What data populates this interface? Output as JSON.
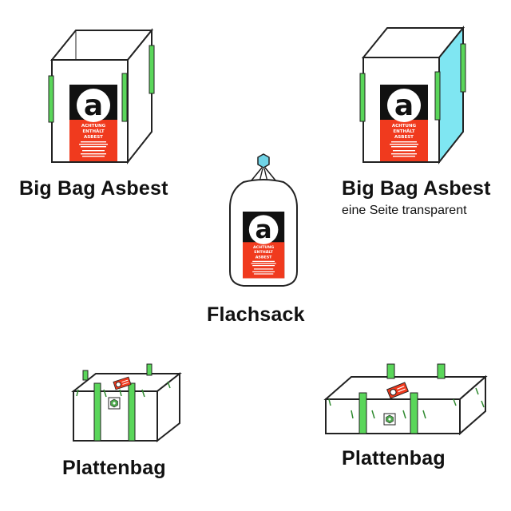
{
  "products": [
    {
      "title": "Big Bag Asbest",
      "subtitle": ""
    },
    {
      "title": "Big Bag Asbest",
      "subtitle": "eine Seite transparent"
    },
    {
      "title": "Flachsack",
      "subtitle": ""
    },
    {
      "title": "Plattenbag",
      "subtitle": ""
    },
    {
      "title": "Plattenbag",
      "subtitle": ""
    }
  ],
  "label": {
    "logo_letter": "a",
    "warning_lines": [
      "ACHTUNG",
      "ENTHÄLT",
      "ASBEST"
    ]
  },
  "colors": {
    "strap_green": "#5ad65a",
    "outline": "#222222",
    "label_red": "#f03a1e",
    "label_black": "#111111",
    "transparent_side": "#7fe6f2",
    "hook_cyan": "#6fd3e6"
  },
  "icons": [
    "asbestos-warning-label",
    "lifting-loop",
    "lifting-ring"
  ]
}
